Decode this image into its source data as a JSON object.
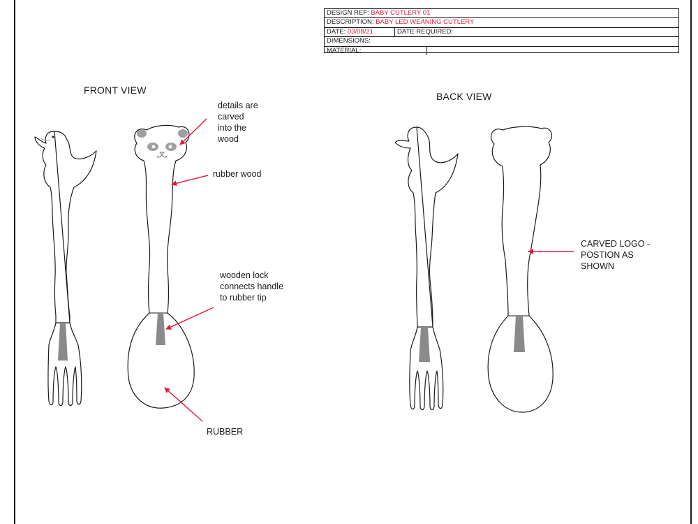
{
  "title_block": {
    "design_ref_label": "DESIGN REF:",
    "design_ref_value": "BABY CUTLERY 01",
    "description_label": "DESCRIPTION:",
    "description_value": "BABY LED WEANING CUTLERY",
    "date_label": "DATE:",
    "date_value": "03/08/21",
    "date_required_label": "DATE REQUIRED:",
    "dimensions_label": "DIMENSIONS:",
    "material_label": "MATERIAL:"
  },
  "views": {
    "front": "FRONT VIEW",
    "back": "BACK VIEW"
  },
  "annotations": {
    "details_carved": [
      "details are",
      "carved",
      "into the",
      "wood"
    ],
    "rubber_wood": "rubber wood",
    "wooden_lock": [
      "wooden lock",
      "connects handle",
      "to rubber tip"
    ],
    "rubber": "RUBBER",
    "carved_logo": [
      "CARVED LOGO -",
      "POSTION AS",
      "SHOWN"
    ]
  },
  "colors": {
    "annotation_arrow": "#e41b3a",
    "outline": "#1a1a1a",
    "lock_insert": "#8a8a8a",
    "carving": "#a0a0a0"
  }
}
